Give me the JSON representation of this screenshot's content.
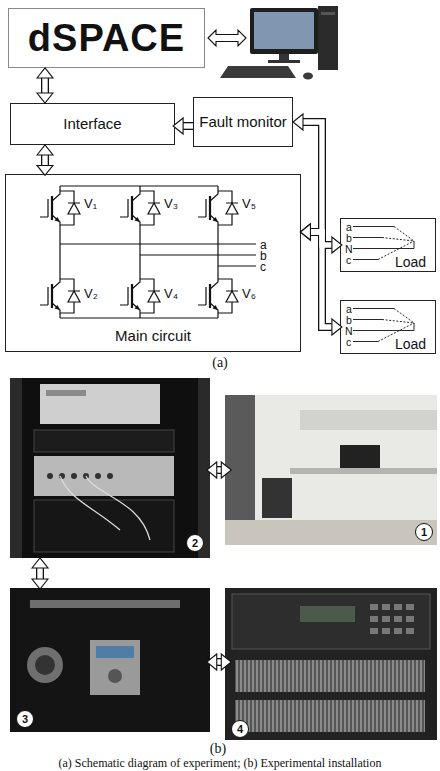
{
  "diagram": {
    "caption": "(a) Schematic diagram of experiment; (b) Experimental installation",
    "nodes": [
      {
        "text": [
          "dSPACE"
        ]
      },
      {
        "text": [
          "Interface"
        ]
      },
      {
        "text": [
          "Fault monitor"
        ]
      },
      {
        "text": [
          "V₁",
          "V₃",
          "V₅",
          "a",
          "b",
          "c",
          "V₂",
          "V₄",
          "V₆",
          "Main circuit"
        ]
      },
      {
        "text": [
          "a",
          "b",
          "N",
          "c",
          "Load"
        ]
      },
      {
        "text": [
          "a",
          "b",
          "N",
          "c",
          "Load"
        ]
      },
      {
        "text": [
          "2"
        ]
      },
      {
        "text": [
          "1"
        ]
      },
      {
        "text": [
          "3"
        ]
      },
      {
        "text": [
          "4"
        ]
      }
    ],
    "edges": [
      {
        "from": 0,
        "to": 1,
        "arrow": "both"
      },
      {
        "from": 2,
        "to": 1,
        "arrow": "to"
      },
      {
        "from": 1,
        "to": 3,
        "arrow": "both"
      },
      {
        "from": 3,
        "to": 2,
        "arrow": "both"
      },
      {
        "from": 3,
        "to": 4,
        "arrow": "both"
      },
      {
        "from": 3,
        "to": 5,
        "arrow": "both"
      },
      {
        "from": 6,
        "to": 7,
        "arrow": "both"
      },
      {
        "from": 6,
        "to": 8,
        "arrow": "both"
      },
      {
        "from": 8,
        "to": 9,
        "arrow": "both"
      }
    ],
    "labels": [
      "(a)",
      "(b)"
    ]
  }
}
